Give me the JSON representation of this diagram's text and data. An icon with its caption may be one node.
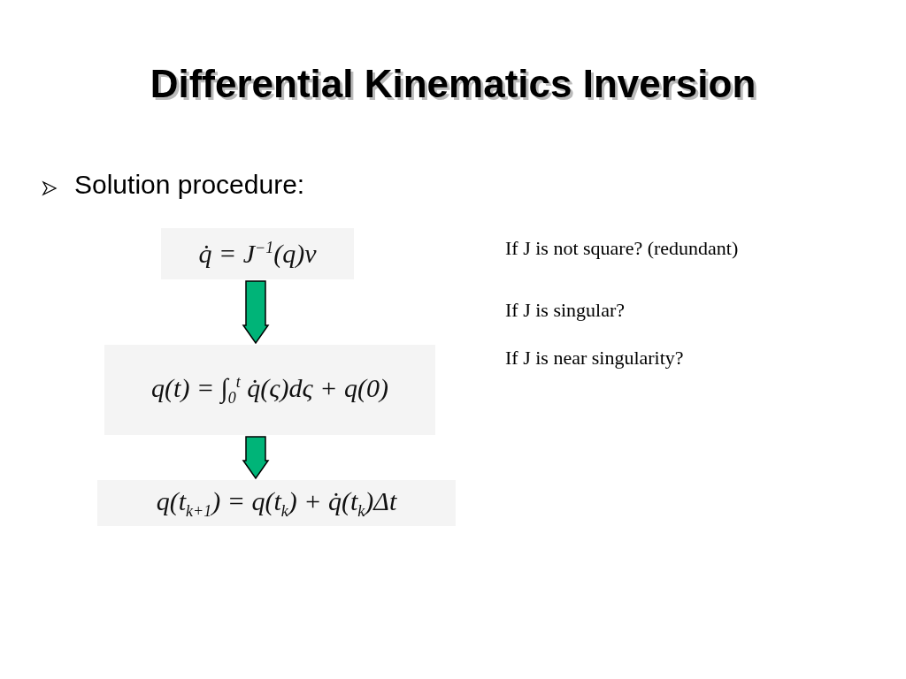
{
  "diagram": {
    "title": "Differential Kinematics Inversion",
    "nodes": [
      {
        "text": [
          "q̇ = J$^{−1}$(q)v"
        ]
      },
      {
        "text": [
          "q(t) = ∫$_{0}$$^{t}$ q̇(ς)dς + q(0)"
        ]
      },
      {
        "text": [
          "q(t$_{k+1}$) = q(t$_{k}$) + q̇(t$_{k}$)Δt"
        ]
      }
    ],
    "edges": [
      {
        "from": 0,
        "to": 1,
        "arrow": "to"
      },
      {
        "from": 1,
        "to": 2,
        "arrow": "to"
      }
    ],
    "labels": [
      "Solution procedure:",
      "If J is not square? (redundant)",
      "If J is singular?",
      "If J is near singularity?"
    ]
  }
}
